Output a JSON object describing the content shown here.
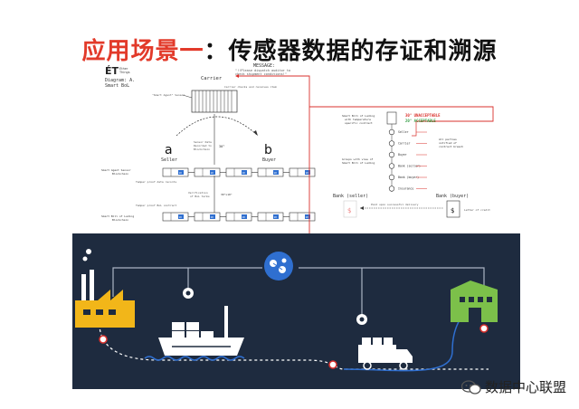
{
  "title": {
    "part1": "应用场景一",
    "part2": "：传感器数据的存证和溯源"
  },
  "brand": {
    "small_logo_text": "ÉT",
    "logo_sub1": "Ether",
    "logo_sub2": "Things"
  },
  "diagram": {
    "caption_line1": "Diagram: A.",
    "caption_line2": "Smart BoL",
    "message_title": "MESSAGE:",
    "message_body1": "\"!!Please dispatch auditor to",
    "message_body2": "check shipment conditions!\"",
    "carrier_label": "Carrier",
    "carrier_note": "Carrier checks and receives item",
    "smart_agent": "\"Smart Agent\" Sensor",
    "seller_letter": "a",
    "buyer_letter": "b",
    "seller_label": "Seller",
    "buyer_label": "Buyer",
    "sensor_note1": "Sensor Data",
    "sensor_note2": "Recorded to",
    "sensor_note3": "Blockchain",
    "temp_badge": "30°",
    "smart_agent_chain1": "Smart Agent Sensor",
    "smart_agent_chain2": "Blockchain",
    "tamper_records": "Tamper proof data records",
    "verification1": "Verification",
    "verification2": "of BoL terms",
    "temp_badge2": "30°x10°",
    "tamper_contract": "Tamper proof BoL contract",
    "smart_bol_chain1": "Smart Bill of Lading",
    "smart_bol_chain2": "Blockchain",
    "bol_with_temp1": "Smart Bill of Lading",
    "bol_with_temp2": "with temperature",
    "bol_with_temp3": "specific contract",
    "unacceptable": "30° UNACCEPTABLE",
    "acceptable": "20° ACCEPTABLE",
    "parties": [
      "Seller",
      "Carrier",
      "Buyer",
      "Bank (seller)",
      "Bank (buyer)",
      "Insurance"
    ],
    "groups_note1": "Groups with view of",
    "groups_note2": "Smart Bill of Lading",
    "all_parties1": "All parties",
    "all_parties2": "notified of",
    "all_parties3": "contract breach",
    "bank_seller": "Bank (seller)",
    "bank_buyer": "Bank (buyer)",
    "payment_note": "Paid upon successful delivery",
    "letter_of_credit": "Letter of credit",
    "chain_tag": "10"
  },
  "watermark": {
    "text": "数据中心联盟"
  },
  "colors": {
    "title_red": "#e23a2a",
    "scene_bg": "#1e2b3f",
    "factory": "#f2b619",
    "warehouse": "#7cc04a",
    "link_red": "#d9302c",
    "chain_blue": "#2f6fd0"
  }
}
